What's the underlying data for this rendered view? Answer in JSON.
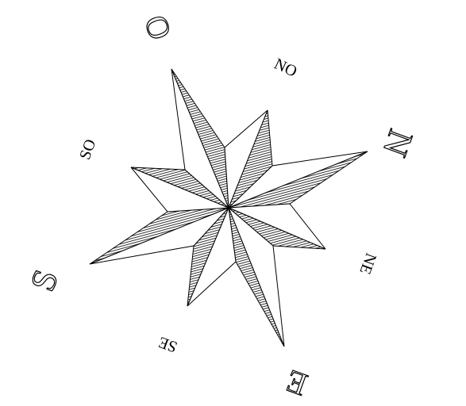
{
  "compass": {
    "labels": {
      "north": "N",
      "northeast": "NE",
      "east": "E",
      "southeast": "SE",
      "south": "S",
      "southwest": "SO",
      "west": "O",
      "northwest": "NO"
    },
    "colors": {
      "line": "#000000",
      "background": "#ffffff"
    }
  }
}
